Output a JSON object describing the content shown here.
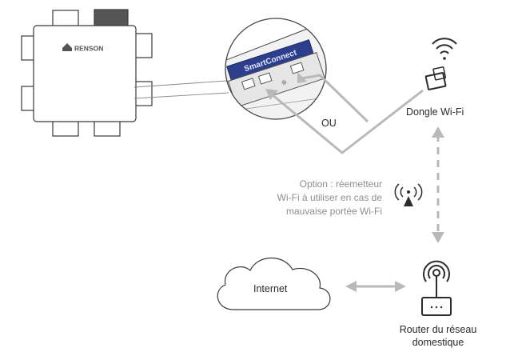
{
  "device": {
    "brand": "RENSON",
    "module_label": "SmartConnect"
  },
  "labels": {
    "ou": "OU",
    "dongle": "Dongle Wi-Fi",
    "option_lines": [
      "Option : réemetteur",
      "Wi-Fi à utiliser en cas de",
      "mauvaise portée Wi-Fi"
    ],
    "internet": "Internet",
    "router_lines": [
      "Router du réseau",
      "domestique"
    ]
  },
  "colors": {
    "outline": "#3a3a3a",
    "arrow_grey": "#b9b9b9",
    "module_blue": "#2c3e8c",
    "text_grey": "#8e8e8e"
  }
}
